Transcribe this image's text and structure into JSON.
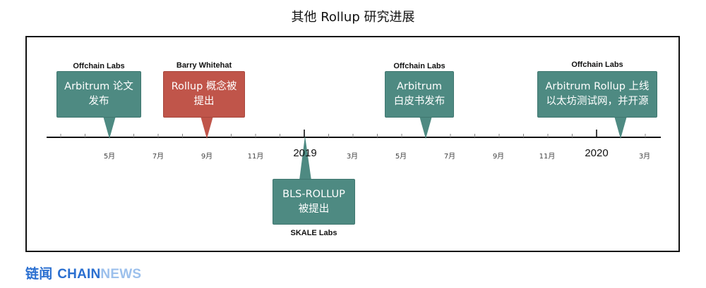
{
  "title": "其他 Rollup 研究进展",
  "colors": {
    "teal": "#4e8a82",
    "red": "#c0554a",
    "logo_blue": "#2a6fd0",
    "logo_light": "#9cc0ec"
  },
  "months": [
    "5月",
    "7月",
    "9月",
    "11月",
    "3月",
    "5月",
    "7月",
    "9月",
    "11月",
    "3月"
  ],
  "years": [
    "2019",
    "2020"
  ],
  "events": [
    {
      "org": "Offchain Labs",
      "lines": [
        "Arbitrum 论文",
        "发布"
      ],
      "color": "teal"
    },
    {
      "org": "Barry Whitehat",
      "lines": [
        "Rollup 概念被",
        "提出"
      ],
      "color": "red"
    },
    {
      "org": "SKALE Labs",
      "lines": [
        "BLS-ROLLUP",
        "被提出"
      ],
      "color": "teal"
    },
    {
      "org": "Offchain Labs",
      "lines": [
        "Arbitrum",
        "白皮书发布"
      ],
      "color": "teal"
    },
    {
      "org": "Offchain Labs",
      "lines": [
        "Arbitrum Rollup 上线",
        "以太坊测试网，并开源"
      ],
      "color": "teal"
    }
  ],
  "logo": {
    "cn": "链闻",
    "chain": "CHAIN",
    "news": "NEWS"
  }
}
